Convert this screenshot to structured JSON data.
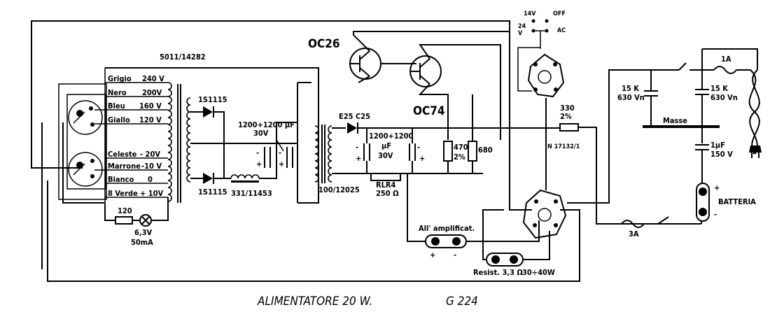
{
  "labels": {
    "transformer_part": "5011/14282",
    "taps": [
      "Grigio",
      "Nero",
      "Bleu",
      "Giallo",
      "Celeste",
      "Marrone",
      "Bianco",
      "8 Verde"
    ],
    "tap_voltages": [
      "240 V",
      "200V",
      "160 V",
      "120 V",
      "- 20V",
      "-10 V",
      "0",
      "+ 10V"
    ],
    "diode_top": "1S1115",
    "diode_bottom": "1S1115",
    "cap_left_value": "1200+1200 µF",
    "cap_left_voltage": "30V",
    "choke": "331/11453",
    "transistor_top": "OC26",
    "transistor_bottom": "OC74",
    "diode_mid": "E25 C25",
    "cap_mid_value": "1200+1200",
    "cap_mid_unit": "µF",
    "cap_mid_voltage": "30V",
    "res_470": "470",
    "res_470_tol": "2%",
    "res_680": "680",
    "rlr4": "RLR4",
    "rlr4_val": "250 Ω",
    "out_transformer": "100/12025",
    "res_330": "330",
    "res_330_tol": "2%",
    "switch_part": "N 17132/1",
    "sw_14v": "14V",
    "sw_off": "OFF",
    "sw_24v": "24",
    "sw_v": "V",
    "sw_ac": "AC",
    "cap_15k_a": "15 K",
    "cap_15k_a_v": "630 Vn",
    "cap_15k_b": "15 K",
    "cap_15k_b_v": "630 Vn",
    "cap_1uf": "1µF",
    "cap_1uf_v": "150 V",
    "masse": "Masse",
    "fuse_1a": "1A",
    "fuse_3a": "3A",
    "batteria": "BATTERIA",
    "plus": "+",
    "minus": "-",
    "res_120": "120",
    "lamp_v": "6,3V",
    "lamp_ma": "50mA",
    "amp": "All' amplificat.",
    "resist": "Resist. 3,3 Ω",
    "watt": "30÷40W"
  },
  "caption": {
    "title": "ALIMENTATORE 20 W.",
    "code": "G 224"
  }
}
